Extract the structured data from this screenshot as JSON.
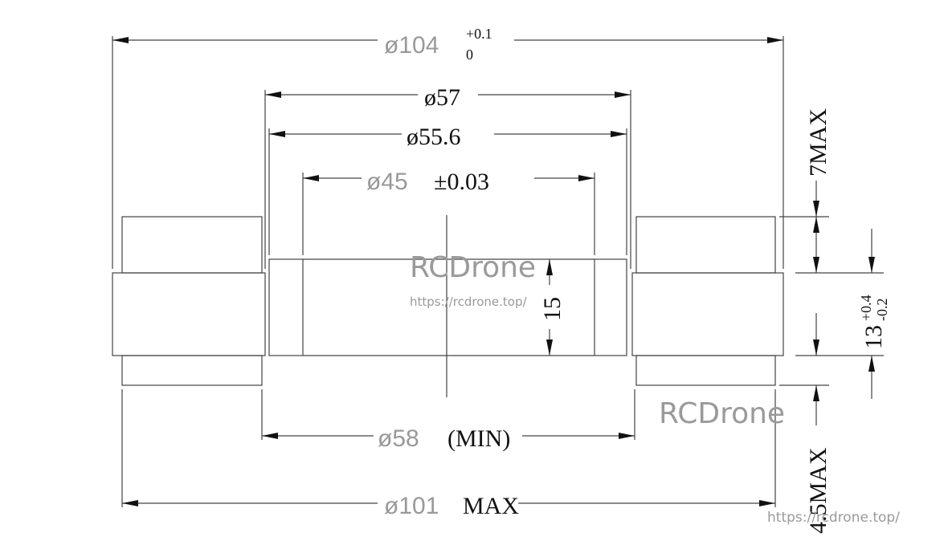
{
  "dimensions": {
    "outer_diameter": {
      "symbol": "ø104",
      "upper_tol": "+0.1",
      "lower_tol": "0"
    },
    "d57": "ø57",
    "d55_6": "ø55.6",
    "d45": {
      "symbol": "ø45",
      "tol": "±0.03"
    },
    "height_15": "15",
    "d58": {
      "symbol": "ø58",
      "note": "(MIN)"
    },
    "d101": {
      "symbol": "ø101",
      "note": "MAX"
    },
    "top_7max": "7MAX",
    "bottom_4_5max": "4.5MAX",
    "thickness_13": {
      "value": "13",
      "upper_tol": "+0.4",
      "lower_tol": "-0.2"
    }
  },
  "watermarks": {
    "brand": "RCDrone",
    "url": "https://rcdrone.top/"
  }
}
